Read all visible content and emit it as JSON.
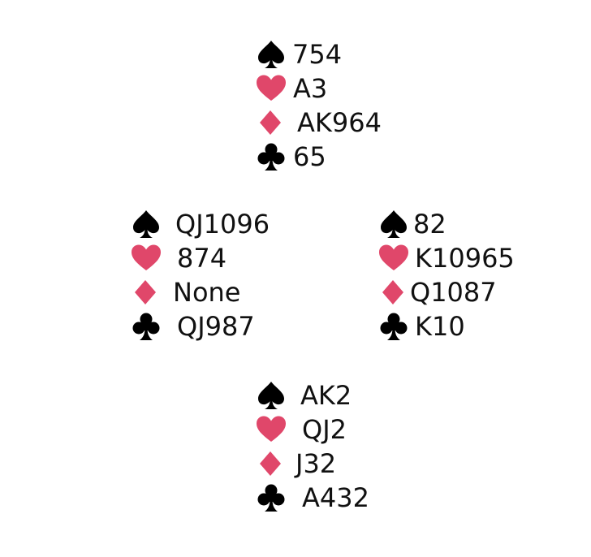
{
  "colors": {
    "black_suit": "#000000",
    "red_suit": "#e0476a",
    "text": "#111111"
  },
  "hands": {
    "north": {
      "spades": "754",
      "hearts": "A3",
      "diamonds": "AK964",
      "clubs": "65"
    },
    "west": {
      "spades": "QJ1096",
      "hearts": "874",
      "diamonds": "None",
      "clubs": "QJ987"
    },
    "east": {
      "spades": "82",
      "hearts": "K10965",
      "diamonds": "Q1087",
      "clubs": "K10"
    },
    "south": {
      "spades": "AK2",
      "hearts": "QJ2",
      "diamonds": "J32",
      "clubs": "A432"
    }
  },
  "suit_icons": {
    "spades": "spade-icon",
    "hearts": "heart-icon",
    "diamonds": "diamond-icon",
    "clubs": "club-icon"
  }
}
